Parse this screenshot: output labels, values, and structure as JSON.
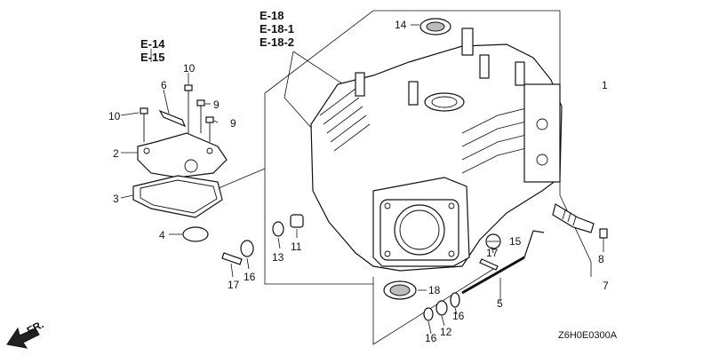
{
  "references": {
    "group_a": [
      "E-14",
      "E-15"
    ],
    "group_b": [
      "E-18",
      "E-18-1",
      "E-18-2"
    ]
  },
  "callouts": {
    "c1": "1",
    "c2": "2",
    "c3": "3",
    "c4": "4",
    "c5": "5",
    "c6": "6",
    "c7": "7",
    "c8": "8",
    "c9a": "9",
    "c9b": "9",
    "c10a": "10",
    "c10b": "10",
    "c11": "11",
    "c12": "12",
    "c13": "13",
    "c14": "14",
    "c15": "15",
    "c16a": "16",
    "c16b": "16",
    "c16c": "16",
    "c17a": "17",
    "c17b": "17",
    "c18": "18"
  },
  "direction_label": "FR.",
  "diagram_code": "Z6H0E0300A"
}
